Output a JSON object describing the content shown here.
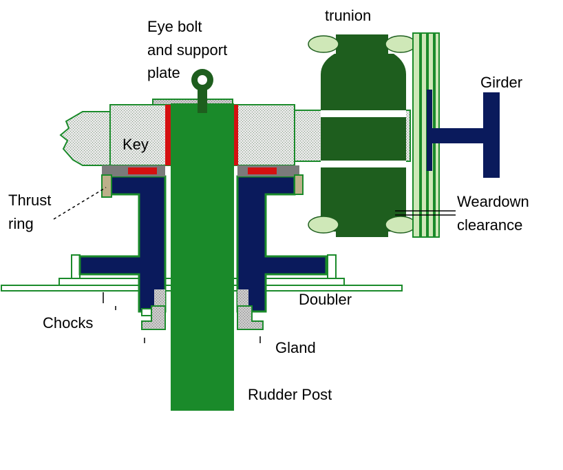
{
  "labels": {
    "eye_bolt_1": "Eye bolt",
    "eye_bolt_2": "and support",
    "eye_bolt_3": "plate",
    "trunion": "trunion",
    "girder": "Girder",
    "key": "Key",
    "thrust_1": "Thrust",
    "thrust_2": "ring",
    "weardown_1": "Weardown",
    "weardown_2": "clearance",
    "doubler": "Doubler",
    "chocks": "Chocks",
    "gland": "Gland",
    "rudder_post": "Rudder Post"
  },
  "colors": {
    "green": "#1a8a2a",
    "dark_green": "#1e5e1e",
    "navy": "#0a1a5c",
    "red": "#d41010",
    "grey": "#c8c8c8",
    "light_green": "#cfe8b8",
    "tan": "#bdb08a"
  }
}
